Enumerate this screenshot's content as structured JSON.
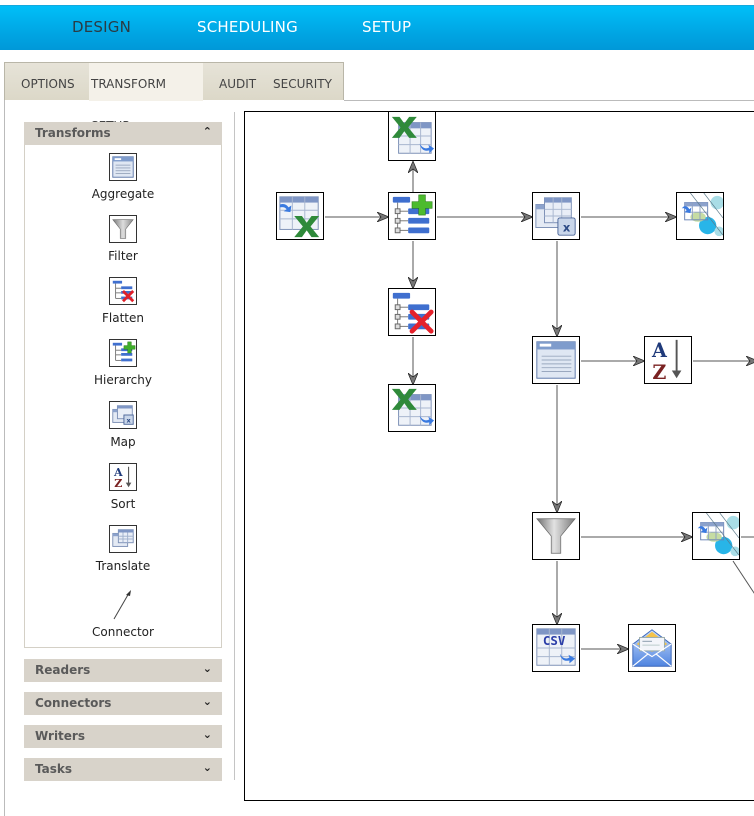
{
  "top_nav": {
    "items": [
      {
        "label": "DESIGN",
        "active": true
      },
      {
        "label": "SCHEDULING",
        "active": false
      },
      {
        "label": "SETUP",
        "active": false
      }
    ]
  },
  "sub_tabs": {
    "items": [
      {
        "label": "OPTIONS",
        "active": false
      },
      {
        "label": "TRANSFORM SETUP",
        "active": true
      },
      {
        "label": "AUDIT",
        "active": false
      },
      {
        "label": "SECURITY",
        "active": false
      }
    ]
  },
  "palette": {
    "transforms": {
      "title": "Transforms",
      "state": "expanded",
      "items": [
        {
          "label": "Aggregate",
          "icon": "aggregate-icon"
        },
        {
          "label": "Filter",
          "icon": "filter-funnel-icon"
        },
        {
          "label": "Flatten",
          "icon": "flatten-icon"
        },
        {
          "label": "Hierarchy",
          "icon": "hierarchy-icon"
        },
        {
          "label": "Map",
          "icon": "map-icon"
        },
        {
          "label": "Sort",
          "icon": "sort-az-icon"
        },
        {
          "label": "Translate",
          "icon": "translate-icon"
        },
        {
          "label": "Connector",
          "icon": "connector-arrow-icon"
        }
      ]
    },
    "collapsed_sections": [
      {
        "title": "Readers",
        "state": "collapsed"
      },
      {
        "title": "Connectors",
        "state": "collapsed"
      },
      {
        "title": "Writers",
        "state": "collapsed"
      },
      {
        "title": "Tasks",
        "state": "collapsed"
      }
    ]
  },
  "canvas": {
    "nodes": [
      {
        "id": "excel-reader",
        "type": "excel-reader-icon"
      },
      {
        "id": "hierarchy",
        "type": "hierarchy-icon"
      },
      {
        "id": "excel-writer-top",
        "type": "excel-writer-icon"
      },
      {
        "id": "flatten",
        "type": "flatten-icon"
      },
      {
        "id": "excel-writer-bottom",
        "type": "excel-writer-icon"
      },
      {
        "id": "map",
        "type": "map-icon"
      },
      {
        "id": "db-writer-top",
        "type": "database-writer-icon"
      },
      {
        "id": "aggregate",
        "type": "aggregate-icon"
      },
      {
        "id": "sort",
        "type": "sort-az-icon"
      },
      {
        "id": "filter",
        "type": "filter-funnel-icon"
      },
      {
        "id": "db-writer-bottom",
        "type": "database-writer-icon"
      },
      {
        "id": "csv-writer",
        "type": "csv-writer-icon"
      },
      {
        "id": "email",
        "type": "email-task-icon"
      }
    ],
    "edges": [
      [
        "excel-reader",
        "hierarchy"
      ],
      [
        "hierarchy",
        "excel-writer-top"
      ],
      [
        "hierarchy",
        "flatten"
      ],
      [
        "flatten",
        "excel-writer-bottom"
      ],
      [
        "hierarchy",
        "map"
      ],
      [
        "map",
        "db-writer-top"
      ],
      [
        "map",
        "aggregate"
      ],
      [
        "aggregate",
        "sort"
      ],
      [
        "sort",
        "offscreen"
      ],
      [
        "aggregate",
        "filter"
      ],
      [
        "filter",
        "db-writer-bottom"
      ],
      [
        "filter",
        "csv-writer"
      ],
      [
        "csv-writer",
        "email"
      ]
    ],
    "csv_label": "CSV"
  },
  "colors": {
    "topbar": "#00aee9",
    "topnav_active_text": "#2a3b44",
    "subtab_bg": "#e0ddd0",
    "subtab_active_bg": "#f4f1e9",
    "panel_header_bg": "#d8d3ca"
  }
}
